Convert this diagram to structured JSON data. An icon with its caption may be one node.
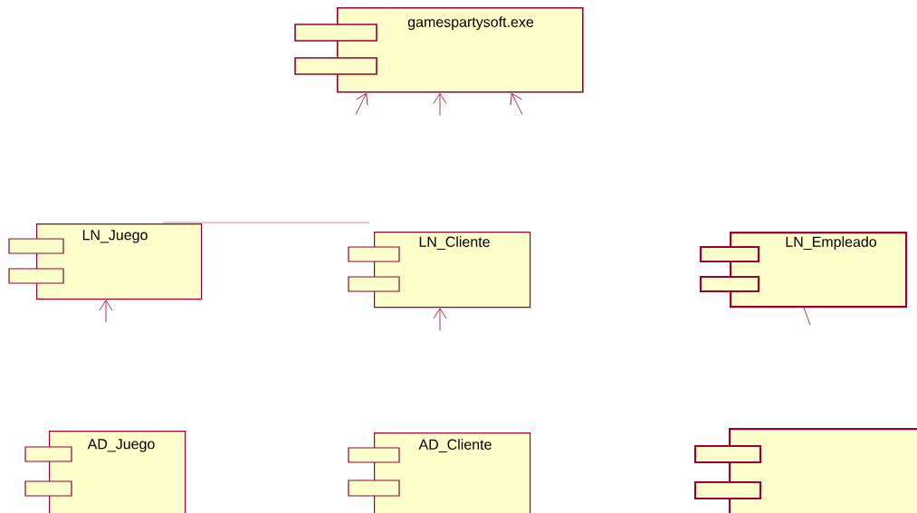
{
  "diagram": {
    "nodes": [
      {
        "text": [
          "gamespartysoft.exe"
        ]
      },
      {
        "text": [
          "LN_Juego"
        ]
      },
      {
        "text": [
          "LN_Cliente"
        ]
      },
      {
        "text": [
          "LN_Empleado"
        ]
      },
      {
        "text": [
          "AD_Juego"
        ]
      },
      {
        "text": [
          "AD_Cliente"
        ]
      },
      {
        "text": [],
        "shape": "box"
      }
    ],
    "edges": [
      {
        "from": null,
        "to": 0,
        "arrow": "to"
      },
      {
        "from": null,
        "to": 0,
        "arrow": "to"
      },
      {
        "from": null,
        "to": 0,
        "arrow": "to"
      },
      {
        "from": null,
        "to": 1,
        "arrow": "to"
      },
      {
        "from": null,
        "to": 2,
        "arrow": "to"
      },
      {
        "from": 3,
        "to": null,
        "arrow": "none"
      }
    ]
  }
}
